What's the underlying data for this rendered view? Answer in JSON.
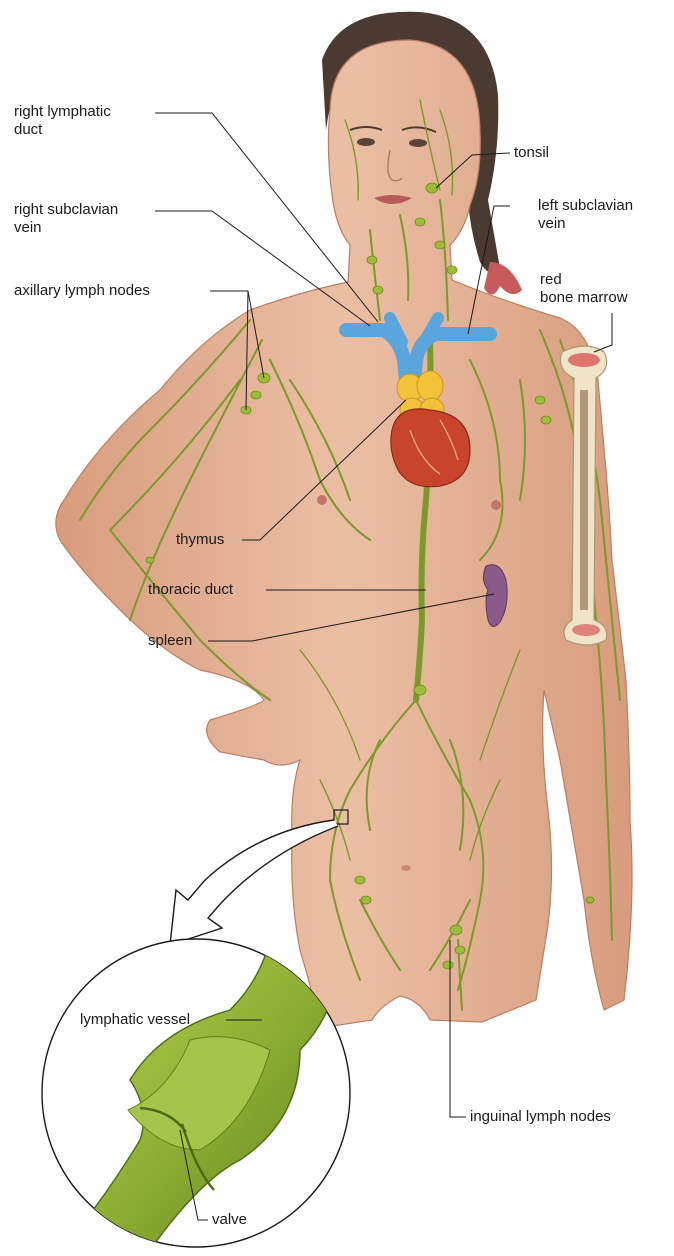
{
  "labels": {
    "right_lymphatic_duct": [
      "right lymphatic",
      "duct"
    ],
    "right_subclavian_vein": [
      "right subclavian",
      "vein"
    ],
    "axillary_lymph_nodes": "axillary lymph nodes",
    "tonsil": "tonsil",
    "left_subclavian_vein": [
      "left subclavian",
      "vein"
    ],
    "red_bone_marrow": [
      "red",
      "bone marrow"
    ],
    "thymus": "thymus",
    "thoracic_duct": "thoracic duct",
    "spleen": "spleen",
    "inguinal_lymph_nodes": "inguinal lymph nodes",
    "lymphatic_vessel": "lymphatic vessel",
    "valve": "valve"
  },
  "colors": {
    "skin": "#e7b69a",
    "skin_shade": "#d79a7c",
    "hair": "#4a3a32",
    "lymph_vessel": "#7a9a2a",
    "lymph_node": "#9cbc3a",
    "vein": "#5aa6dc",
    "heart": "#c8442a",
    "thymus": "#f2c23a",
    "spleen": "#8a5a8a",
    "bone": "#f0e3c8",
    "marrow": "#d95a5a",
    "leader_line": "#1a1a1a"
  }
}
